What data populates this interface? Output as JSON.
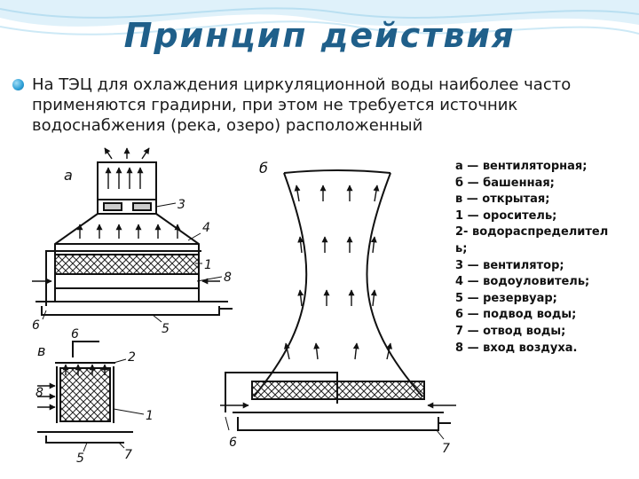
{
  "slide": {
    "title": "Принцип действия",
    "bullet": "На ТЭЦ для охлаждения циркуляционной воды наиболее часто применяются градирни, при этом не требуется источник водоснабжения (река, озеро) расположенный"
  },
  "figure": {
    "label_a": "а",
    "label_b": "б",
    "label_v": "в",
    "callouts_a": [
      "3",
      "4",
      "1",
      "8",
      "5",
      "6"
    ],
    "callouts_b": [
      "6",
      "7"
    ],
    "callouts_v": [
      "6",
      "2",
      "8",
      "1",
      "5",
      "7"
    ]
  },
  "legend": [
    "а — вентиляторная;",
    "б — башенная;",
    "в — открытая;",
    "1 — ороситель;",
    "2- водораспределитель;",
    "3 — вентилятор;",
    "4 — водоуловитель;",
    "5 — резервуар;",
    "6 — подвод воды;",
    "7 — отвод воды;",
    "8 — вход воздуха."
  ],
  "colors": {
    "title": "#1f5f8a",
    "bullet": "#2b9ed6",
    "waves": "#c7e6f5"
  }
}
